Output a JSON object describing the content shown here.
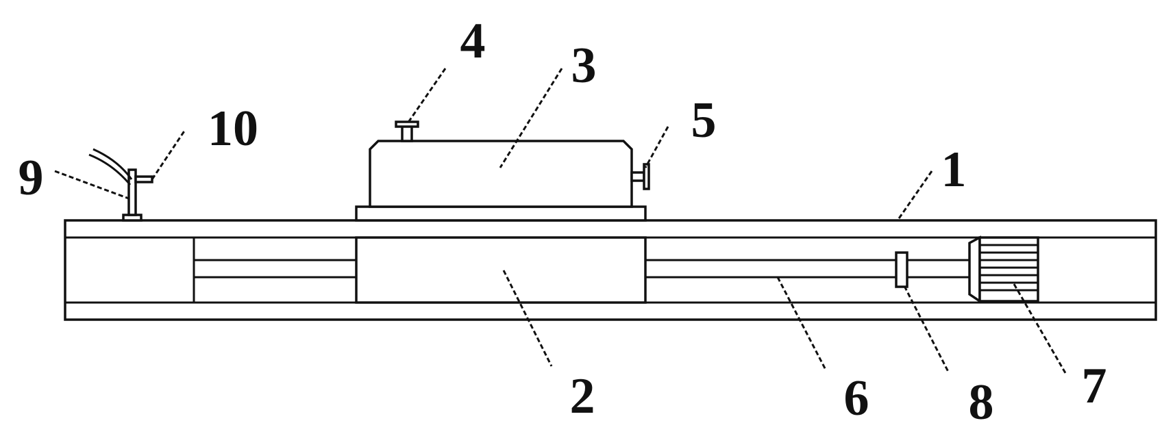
{
  "diagram": {
    "labels": {
      "frame": "1",
      "slider_block": "2",
      "box_body": "3",
      "top_knob": "4",
      "side_knob": "5",
      "lead_screw": "6",
      "motor": "7",
      "coupling": "8",
      "bracket": "9",
      "nozzle_arm": "10"
    },
    "colors": {
      "line": "#111111",
      "background": "#ffffff"
    }
  }
}
